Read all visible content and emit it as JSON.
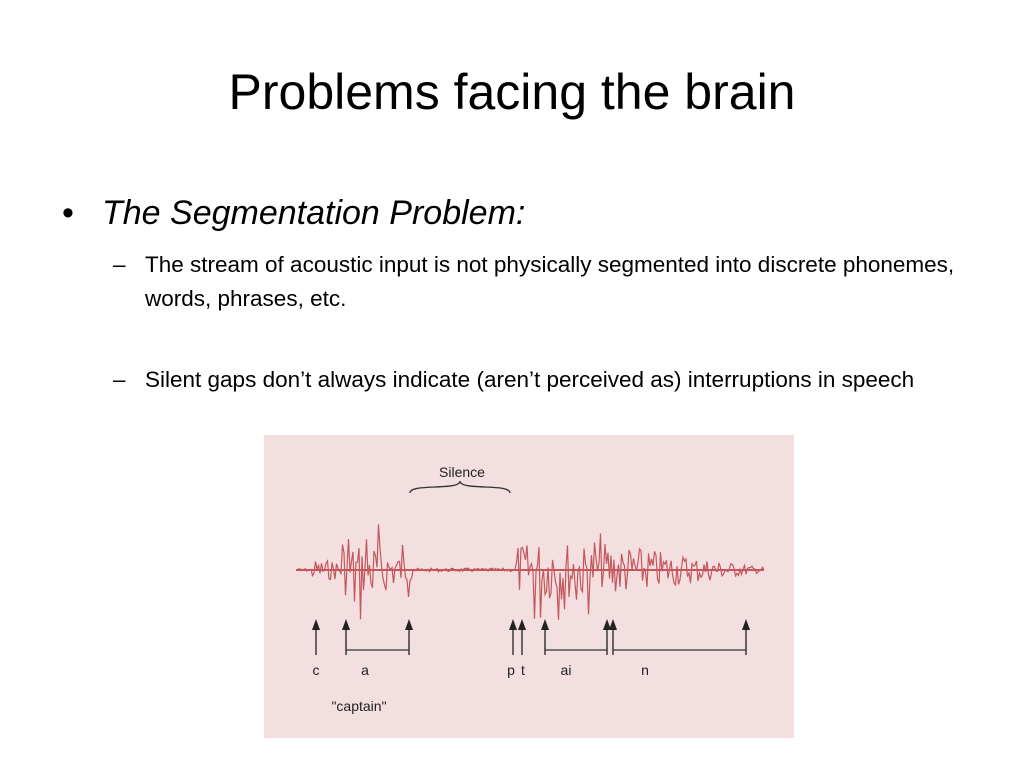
{
  "slide": {
    "title": "Problems facing the brain",
    "bullet": {
      "marker": "•",
      "text": "The Segmentation Problem:"
    },
    "subitems": [
      {
        "marker": "–",
        "text": "The stream of acoustic input is not physically segmented into discrete phonemes, words, phrases, etc."
      },
      {
        "marker": "–",
        "text": "Silent gaps don’t always indicate (aren’t perceived as) interruptions in speech"
      }
    ]
  },
  "figure": {
    "background_color": "#f3dfe0",
    "waveform_color": "#c4575d",
    "silence_label": "Silence",
    "segment_labels": [
      "c",
      "a",
      "p",
      "t",
      "ai",
      "n"
    ],
    "word_label": "\"captain\""
  }
}
